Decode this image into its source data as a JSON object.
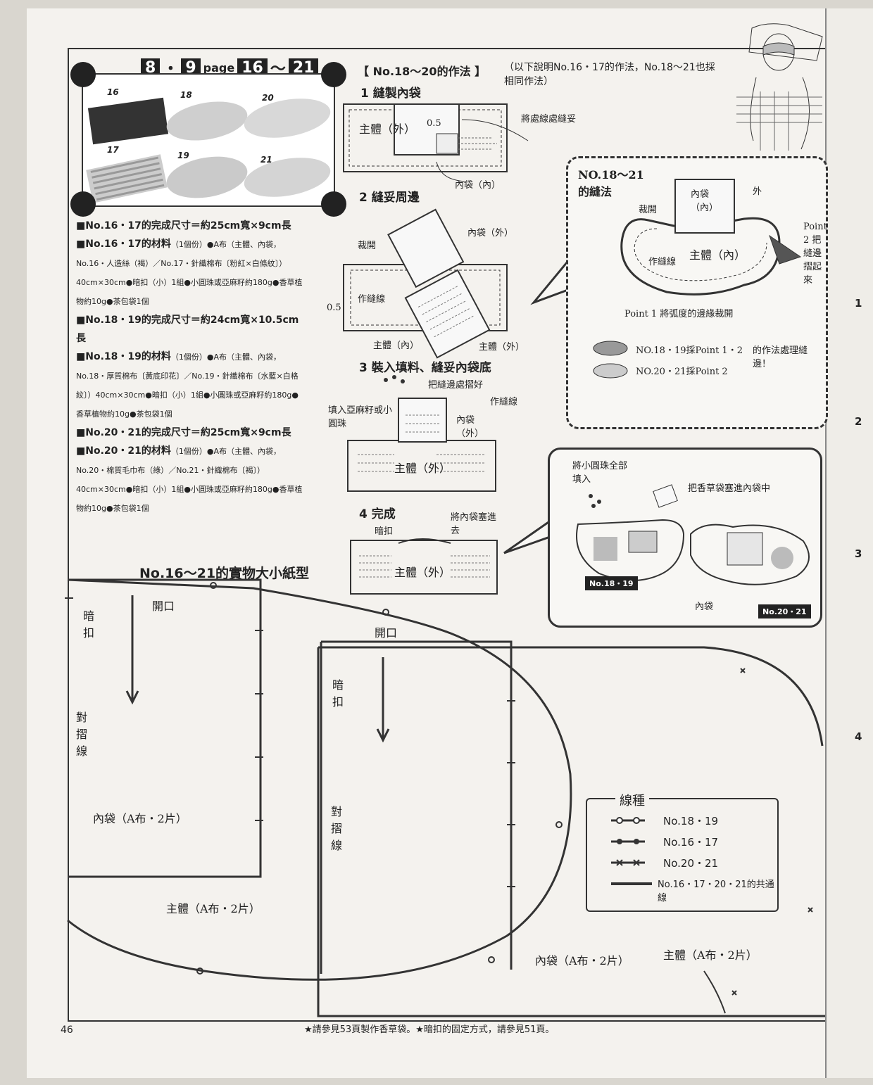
{
  "header": {
    "num8": "8",
    "num9": "9",
    "page_word": "page",
    "range_a": "16",
    "range_b": "21"
  },
  "photos": [
    "16",
    "18",
    "20",
    "17",
    "19",
    "21"
  ],
  "materials": [
    {
      "head": "■No.16・17的完成尺寸＝約25cm寬×9cm長",
      "body": ""
    },
    {
      "head": "■No.16・17的材料",
      "body": "（1個份）●A布（主體、內袋，No.16・人造絲（褐）／No.17・針織棉布〔粉紅×白條紋〕）40cm×30cm●暗扣（小）1組●小圓珠或亞麻籽約180g●香草植物約10g●茶包袋1個"
    },
    {
      "head": "■No.18・19的完成尺寸＝約24cm寬×10.5cm長",
      "body": ""
    },
    {
      "head": "■No.18・19的材料",
      "body": "（1個份）●A布（主體、內袋，No.18・厚質棉布〔黃底印花〕／No.19・針織棉布〔水藍×白格紋〕）40cm×30cm●暗扣（小）1組●小圓珠或亞麻籽約180g●香草植物約10g●茶包袋1個"
    },
    {
      "head": "■No.20・21的完成尺寸＝約25cm寬×9cm長",
      "body": ""
    },
    {
      "head": "■No.20・21的材料",
      "body": "（1個份）●A布（主體、內袋，No.20・棉質毛巾布（綠）／No.21・針織棉布〔褐〕）40cm×30cm●暗扣（小）1組●小圓珠或亞麻籽約180g●香草植物約10g●茶包袋1個"
    }
  ],
  "method": {
    "title": "【 No.18～20的作法 】",
    "note": "（以下說明No.16・17的作法，No.18～21也採相同作法）",
    "steps": [
      "1  縫製內袋",
      "2  縫妥周邊",
      "3  裝入填料、縫妥內袋底",
      "4  完成"
    ]
  },
  "labels": {
    "body_out": "主體（外）",
    "body_in": "主體（內）",
    "pocket_in": "內袋（內）",
    "pocket_out": "內袋（外）",
    "fold_seam": "將處線處縫妥",
    "cut_open": "裁開",
    "stitch_line": "作縫線",
    "seam_allow": "0.5",
    "fill_text": "填入亞麻籽或小圓珠",
    "fold_edge": "把縫邊處摺好",
    "snap": "暗扣",
    "insert_pocket": "將內袋塞進去"
  },
  "bubble1": {
    "title": "NO.18～21的縫法",
    "outside": "外",
    "point1": "Point 1 將弧度的邊緣裁開",
    "point2": "Point 2 把縫邊摺起來",
    "use12": "NO.18・19採Point 1・2",
    "use2": "NO.20・21採Point 2",
    "method": "的作法處理縫邊！"
  },
  "bubble2": {
    "fill_all": "將小圓珠全部填入",
    "herb": "把香草袋塞進內袋中",
    "pocket": "內袋",
    "tag1": "No.18・19",
    "tag2": "No.20・21"
  },
  "pattern": {
    "title": "No.16～21的實物大小紙型",
    "opening": "開口",
    "snap": "暗扣",
    "fold": "對摺線",
    "inner": "內袋（A布・2片）",
    "main": "主體（A布・2片）"
  },
  "legend": {
    "title": "線種",
    "rows": [
      "No.18・19",
      "No.16・17",
      "No.20・21",
      "No.16・17・20・21的共通線"
    ]
  },
  "footer": "★請參見53頁製作香草袋。★暗扣的固定方式，請參見51頁。",
  "page_number": "46",
  "side_numbers": [
    "1",
    "2",
    "3",
    "4"
  ]
}
